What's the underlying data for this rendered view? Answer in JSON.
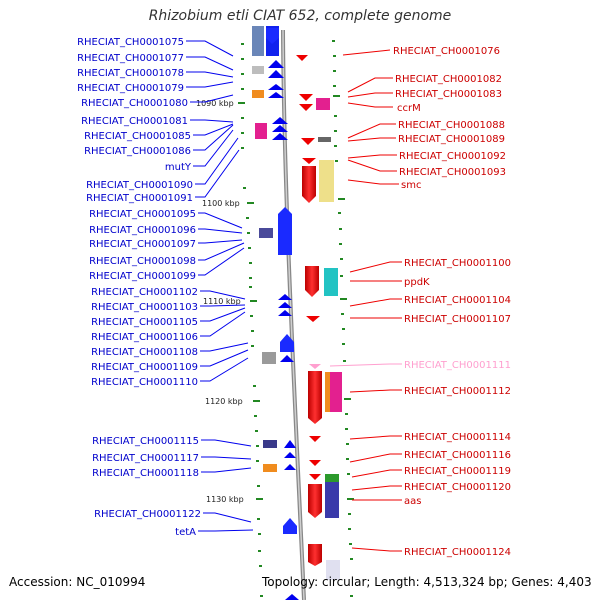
{
  "title": "Rhizobium etli CIAT 652, complete genome",
  "footer": {
    "accession": "Accession: NC_010994",
    "topology": "Topology: circular; Length: 4,513,324 bp; Genes: 4,403"
  },
  "scale_labels": [
    "1090 kbp",
    "1100 kbp",
    "1110 kbp",
    "1120 kbp",
    "1130 kbp"
  ],
  "genes_left": [
    "RHECIAT_CH0001075",
    "RHECIAT_CH0001077",
    "RHECIAT_CH0001078",
    "RHECIAT_CH0001079",
    "RHECIAT_CH0001080",
    "RHECIAT_CH0001081",
    "RHECIAT_CH0001085",
    "RHECIAT_CH0001086",
    "mutY",
    "RHECIAT_CH0001090",
    "RHECIAT_CH0001091",
    "RHECIAT_CH0001095",
    "RHECIAT_CH0001096",
    "RHECIAT_CH0001097",
    "RHECIAT_CH0001098",
    "RHECIAT_CH0001099",
    "RHECIAT_CH0001102",
    "RHECIAT_CH0001103",
    "RHECIAT_CH0001105",
    "RHECIAT_CH0001106",
    "RHECIAT_CH0001108",
    "RHECIAT_CH0001109",
    "RHECIAT_CH0001110",
    "RHECIAT_CH0001115",
    "RHECIAT_CH0001117",
    "RHECIAT_CH0001118",
    "RHECIAT_CH0001122",
    "tetA"
  ],
  "genes_right": [
    "RHECIAT_CH0001076",
    "RHECIAT_CH0001082",
    "RHECIAT_CH0001083",
    "ccrM",
    "RHECIAT_CH0001088",
    "RHECIAT_CH0001089",
    "RHECIAT_CH0001092",
    "RHECIAT_CH0001093",
    "smc",
    "RHECIAT_CH0001100",
    "ppdK",
    "RHECIAT_CH0001104",
    "RHECIAT_CH0001107",
    "RHECIAT_CH0001111",
    "RHECIAT_CH0001112",
    "RHECIAT_CH0001114",
    "RHECIAT_CH0001116",
    "RHECIAT_CH0001119",
    "RHECIAT_CH0001120",
    "aas",
    "RHECIAT_CH0001124"
  ],
  "colors": {
    "forward_strand": "#0000ee",
    "reverse_strand": "#ee0000",
    "highlight_label": "#ff9fcf",
    "backbone": "#999999",
    "tick": "#228822"
  }
}
